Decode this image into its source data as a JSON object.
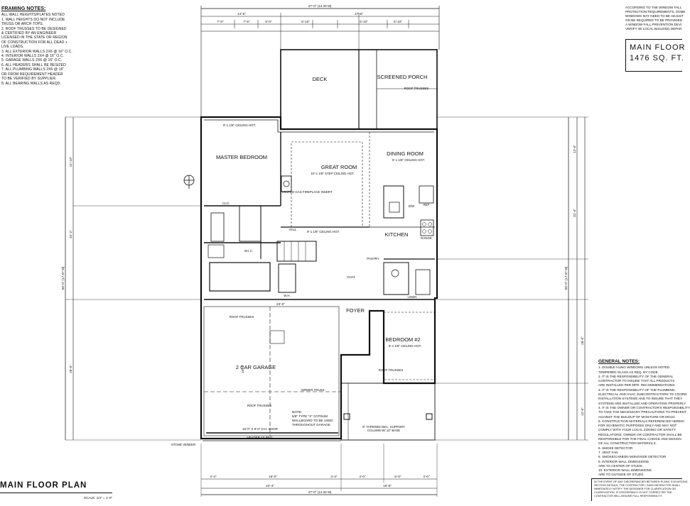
{
  "title": {
    "plan_name": "MAIN FLOOR PLAN",
    "scale": "SCALE: 1/4\" = 1'-0\""
  },
  "area_box": {
    "line1": "MAIN FLOOR",
    "line2": "1476 SQ. FT."
  },
  "top_right_note": [
    "ACCORDING TO THE WINDOW FALL",
    "PROTECTION REQUIREMENTS, SOME",
    "WINDOWS MAY NEED TO BE ADJUST",
    "OR BE REQUIRED TO BE PROVIDED",
    "A WINDOW FALL PREVENTION DEVI",
    "VERIFY W/ LOCAL BUILDING DEPAR"
  ],
  "left_notes": {
    "heading": "FRAMING NOTES:",
    "lines": [
      "ALL WALL HEIGHTS/PLATES NOTED",
      "1. WALL HEIGHTS DO NOT INCLUDE",
      "   TRUSS OR ARCH TOPS.",
      "2. ROOF TRUSSES TO BE DESIGNED",
      "   & CERTIFIED BY AN ENGINEER",
      "   LICENSED IN THE STATE OR REGION",
      "   OF CONSTRUCTION FOR ALL DEAD +",
      "   LIVE LOADS.",
      "3. ALL EXTERIOR WALLS 2X6 @ 16\" O.C.",
      "4. INTERIOR WALLS 2X4 @ 16\" O.C.",
      "5. GARAGE WALLS 2X6 @ 16\" O.C.",
      "6. ALL HEADERS SHALL BE RESIZED",
      "7. ALL PLUMBING WALLS 2X6 @ 16\"",
      "   OR FROM REQUIREMENT HEADER",
      "   TO BE VERIFIED BY SUPPLIER.",
      "8. ALL BEARING WALLS AS REQD."
    ]
  },
  "general_notes": {
    "heading": "GENERAL NOTES:",
    "lines": [
      "1. DOUBLE HUNG WINDOWS UNLESS NOTED",
      "   TEMPERED GLASS AS REQ. BY CODE.",
      "2. IT IS THE RESPONSIBILITY OF THE GENERAL",
      "   CONTRACTOR TO INSURE THAT ALL PRODUCTS",
      "   ARE INSTALLED PER MFR. RECOMMENDATIONS.",
      "3. IT IS THE RESPONSIBILITY OF THE PLUMBING,",
      "   ELECTRICAL AND HVAC SUBCONTRACTORS TO COORD",
      "   INSTALLATION SYSTEMS AND TO INSURE THAT THEY",
      "   SYSTEMS ARE INSTALLED AND OPERATING PROPERLY.",
      "4. IT IS THE OWNER OR CONTRACTOR'S RESPONSIBILITY",
      "   TO TAKE THE NECESSARY PRECAUTIONS TO PREVENT",
      "   AGAINST THE BUILDUP OF MOISTURE OR MOLD.",
      "5. CONSTRUCTION MATERIALS REFERENCED HEREIN",
      "   FOR SCHEMATIC PURPOSES ONLY AND MAY NOT",
      "   COMPLY WITH YOUR LOCAL ZONING OR SAFETY",
      "   REGULATIONS. OWNER OR CONTRACTOR SHALL BE",
      "   RESPONSIBLE FOR THE FINAL CHOICE AND DESIGN",
      "   OF ALL CONSTRUCTION MATERIALS.",
      "6. SMOKE DETECTOR",
      "7. VENT FAN",
      "8. SMOKE/CARBON MONOXIDE DETECTOR",
      "9. INTERIOR WALL DIMENSIONS",
      "   ARE TO CENTER OF STUDS.",
      "10. EXTERIOR WALL DIMENSIONS",
      "   ARE TO OUTSIDE OF STUDS."
    ]
  },
  "disclaimer": [
    "IN THE EVENT OF ANY DISCREPANCIES BETWEEN PLANS, ELEVATIONS,",
    "SECTION DETAILS, THE CONTRACTOR / SUBCONTRACTOR SHALL",
    "IMMEDIATELY NOTIFY THE DESIGNER FOR CLARIFICATION OR",
    "CLARIFICATION. IF DISCREPANCY IS NOT CORRECTED THE",
    "CONTRACTOR WILL ASSUME FULL RESPONSIBILITY."
  ],
  "rooms": {
    "deck": "DECK",
    "screened_porch": "SCREENED PORCH",
    "master_bedroom": "MASTER BEDROOM",
    "great_room": "GREAT ROOM",
    "dining_room": "DINING ROOM",
    "kitchen": "KITCHEN",
    "pantry": "PANTRY",
    "foyer": "FOYER",
    "bedroom_2": "BEDROOM #2",
    "garage": "2 CAR GARAGE"
  },
  "annotations": {
    "roof_trusses": "ROOF TRUSSES",
    "garage_door": "16'-0\" X 8'-0\" O.H. DOOR",
    "garage_header": "HEADER AS REQ.",
    "stone_veneer": "STONE VENEER",
    "girder_truss": "GIRDER TRUSS",
    "fireplace": "VENTED GAS FIREPLACE INSERT",
    "gypsum_note_1": "NOTE:",
    "gypsum_note_2": "5/8\" TYPE \"X\" GYPSUM",
    "gypsum_note_3": "WALLBOARD TO BE USED",
    "gypsum_note_4": "THROUGHOUT GARAGE",
    "tapered_col_1": "8\" TAPERED DEC. SUPPORT",
    "tapered_col_2": "COLUMN W/ 10\" BASE",
    "ceiling_master": "9'-1 1/8\" CEILING HGT.",
    "ceiling_great": "10'-1 1/8\" STEP CEILING HGT.",
    "ceiling_dining": "9'-1 1/8\" CEILING HGT.",
    "ceiling_bed2": "9'-1 1/8\" CEILING HGT.",
    "ceiling_hall": "9'-1 1/8\" CEILING HGT.",
    "hall": "HALL",
    "coat": "COAT",
    "linen": "LINEN",
    "wic": "W.I.C.",
    "closet": "CLO.",
    "dw": "D/W",
    "ref": "REF",
    "range": "RANGE",
    "wh": "W.H."
  },
  "dims": {
    "overall_width_top": "47'-0\" (14.33 M)",
    "overall_width_bottom": "47'-0\" (14.33 M)",
    "overall_depth_left": "56'-0\" (17.07 M)",
    "overall_depth_right": "56'-0\" (17.07 M)",
    "top_left": "14'-6\"",
    "top_right": "27'-6\"",
    "top_a": "7'-0\"",
    "top_b": "7'-6\"",
    "top_c": "5'-0\"",
    "top_d": "8'-10\"",
    "top_e": "5'-10\"",
    "top_f": "6'-10\"",
    "bottom_a": "4'-4\"",
    "bottom_b": "16'-0\"",
    "bottom_c": "4'-4\"",
    "bottom_d": "4'-0\"",
    "bottom_e": "5'-0\"",
    "bottom_f": "4'-0\"",
    "bottom_g": "24'-4\"",
    "bottom_h": "16'-6\"",
    "left_a": "21'-10\"",
    "left_b": "31'-2\"",
    "left_c": "26'-0\"",
    "left_d": "6'-10\"",
    "right_a": "12'-0\"",
    "right_b": "31'-4\"",
    "right_c": "26'-0\"",
    "right_d": "12'-0\"",
    "garage_w": "24'-0\"",
    "garage_d": "24'-4\""
  }
}
